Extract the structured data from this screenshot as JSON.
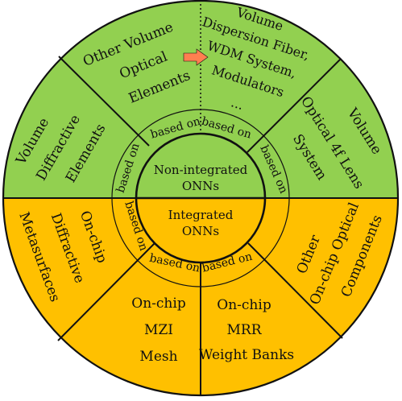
{
  "colors": {
    "upper_fill": "#92d050",
    "lower_fill": "#ffc000",
    "line": "#111111",
    "arrow_fill": "#ff7f50"
  },
  "center": {
    "upper_label": [
      "Non-integrated",
      "ONNs"
    ],
    "lower_label": [
      "Integrated",
      "ONNs"
    ]
  },
  "connector_label": "based on",
  "sectors": {
    "volume_diffractive": [
      "Volume",
      "Diffractive",
      "Elements"
    ],
    "other_volume_optical": [
      "Other Volume",
      "Optical",
      "Elements"
    ],
    "volume_dispersion": [
      "Volume",
      "Dispersion Fiber,",
      "WDM System,",
      "Modulators",
      "..."
    ],
    "volume_optical_4f": [
      "Volume",
      "Optical 4f Lens",
      "System"
    ],
    "onchip_diffractive": [
      "On-chip",
      "Diffractive",
      "Metasurfaces"
    ],
    "onchip_mzi": [
      "On-chip",
      "MZI",
      "Mesh"
    ],
    "onchip_mrr": [
      "On-chip",
      "MRR",
      "Weight Banks"
    ],
    "other_onchip": [
      "Other",
      "On-chip Optical",
      "Components"
    ]
  },
  "icons": {
    "arrow": "right-arrow-icon"
  }
}
